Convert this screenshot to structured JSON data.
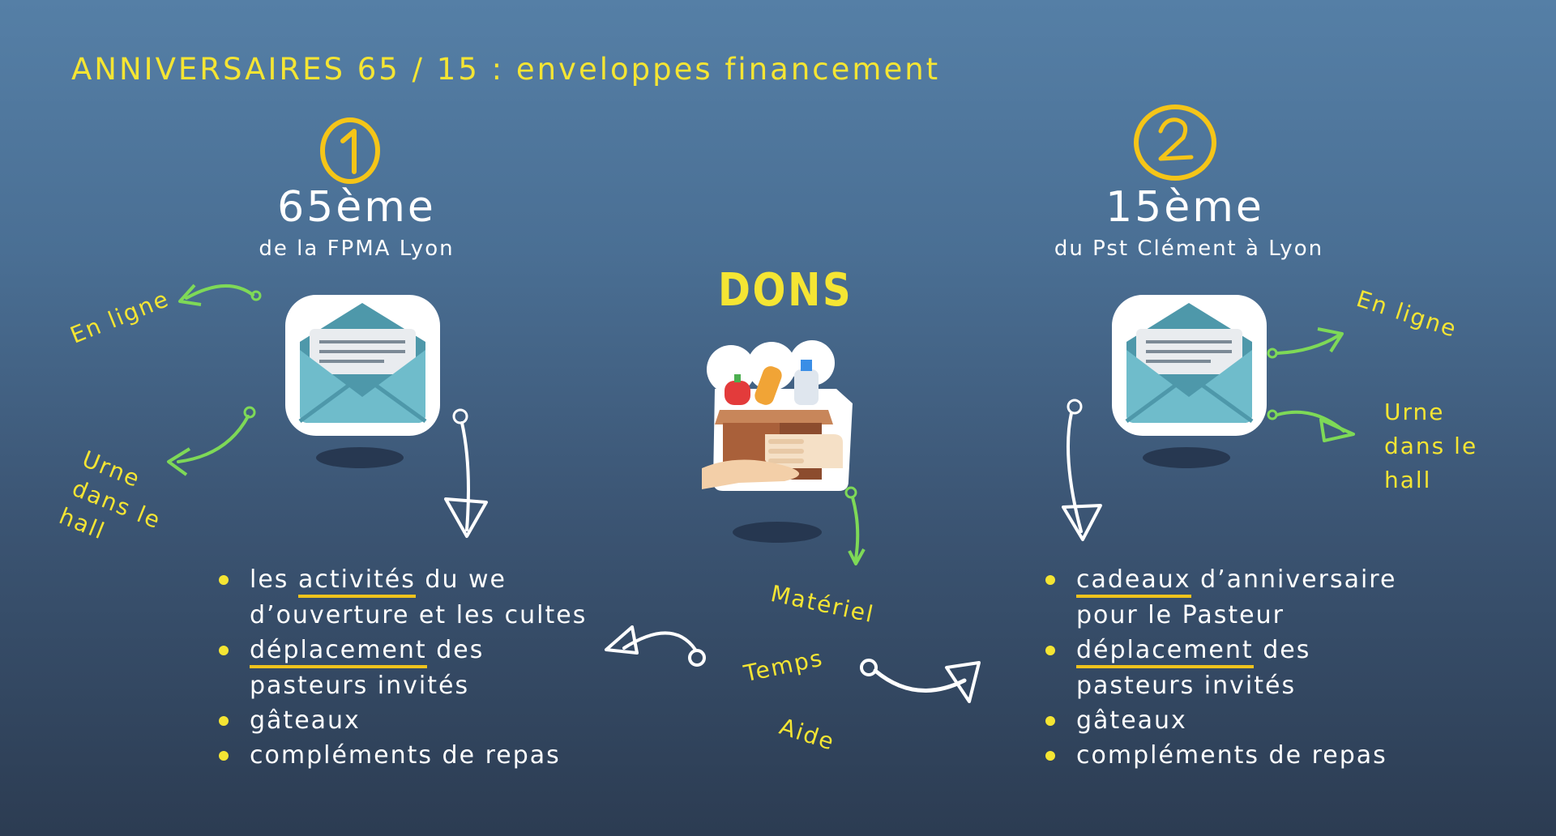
{
  "title": "ANNIVERSAIRES 65 / 15 : enveloppes financement",
  "left": {
    "badge_number": "1",
    "heading": "65ème",
    "subheading": "de la FPMA Lyon",
    "channel_online": "En ligne",
    "channel_urn": [
      "Urne",
      "dans le",
      "hall"
    ],
    "icon": "open-envelope-icon",
    "items": [
      {
        "parts": [
          "les ",
          "activités",
          " du we"
        ],
        "underline": 1,
        "line2": "d’ouverture et les cultes"
      },
      {
        "parts": [
          "",
          "déplacement",
          " des"
        ],
        "underline": 1,
        "line2": "pasteurs invités"
      },
      {
        "parts": [
          "gâteaux",
          "",
          ""
        ],
        "underline": -1,
        "line2": ""
      },
      {
        "parts": [
          "compléments de repas",
          "",
          ""
        ],
        "underline": -1,
        "line2": ""
      }
    ]
  },
  "center": {
    "heading": "DONS",
    "icon": "donation-box-icon",
    "labels": [
      "Matériel",
      "Temps",
      "Aide"
    ]
  },
  "right": {
    "badge_number": "2",
    "heading": "15ème",
    "subheading": "du Pst Clément à Lyon",
    "channel_online": "En ligne",
    "channel_urn": [
      "Urne",
      "dans le",
      "hall"
    ],
    "icon": "open-envelope-icon",
    "items": [
      {
        "parts": [
          "",
          "cadeaux",
          " d’anniversaire"
        ],
        "underline": 1,
        "line2": "pour le Pasteur"
      },
      {
        "parts": [
          "",
          "déplacement",
          " des"
        ],
        "underline": 1,
        "line2": "pasteurs invités"
      },
      {
        "parts": [
          "gâteaux",
          "",
          ""
        ],
        "underline": -1,
        "line2": ""
      },
      {
        "parts": [
          "compléments de repas",
          "",
          ""
        ],
        "underline": -1,
        "line2": ""
      }
    ]
  },
  "colors": {
    "accent_yellow": "#f5e533",
    "arrow_green": "#7ed957",
    "envelope_teal": "#5aa8b8",
    "underline_orange": "#f0c31c"
  }
}
